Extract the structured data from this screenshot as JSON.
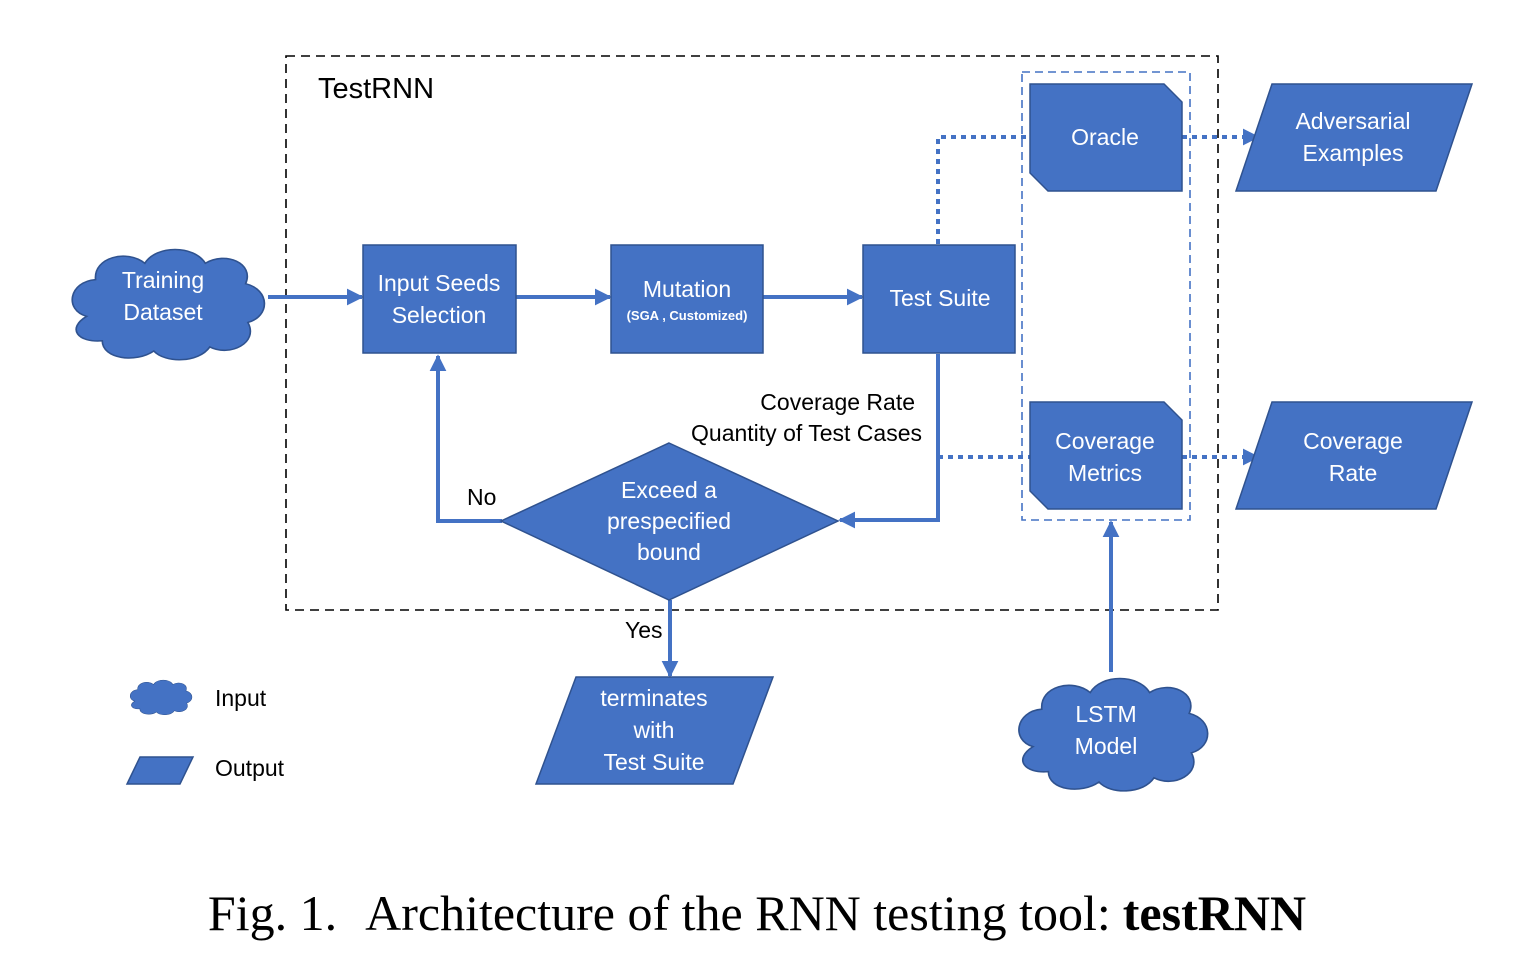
{
  "container": {
    "title": "TestRNN"
  },
  "nodes": {
    "training_dataset": {
      "line1": "Training",
      "line2": "Dataset"
    },
    "input_seeds": {
      "line1": "Input Seeds",
      "line2": "Selection"
    },
    "mutation": {
      "line1": "Mutation",
      "line2": "(SGA , Customized)"
    },
    "test_suite": {
      "label": "Test Suite"
    },
    "oracle": {
      "label": "Oracle"
    },
    "coverage_metrics": {
      "line1": "Coverage",
      "line2": "Metrics"
    },
    "decision": {
      "line1": "Exceed a",
      "line2": "prespecified",
      "line3": "bound"
    },
    "adversarial_examples": {
      "line1": "Adversarial",
      "line2": "Examples"
    },
    "coverage_rate_out": {
      "line1": "Coverage",
      "line2": "Rate"
    },
    "terminates": {
      "line1": "terminates",
      "line2": "with",
      "line3": "Test Suite"
    },
    "lstm_model": {
      "line1": "LSTM",
      "line2": "Model"
    }
  },
  "edge_labels": {
    "no": "No",
    "yes": "Yes",
    "feedback_line1": "Coverage Rate",
    "feedback_line2": "Quantity of Test Cases"
  },
  "legend": {
    "input_label": "Input",
    "output_label": "Output"
  },
  "caption": {
    "prefix": "Fig. 1.",
    "text": "Architecture of the RNN testing tool:",
    "bold": "testRNN"
  },
  "colors": {
    "shape_fill": "#4472C4",
    "shape_stroke": "#2F528F"
  }
}
